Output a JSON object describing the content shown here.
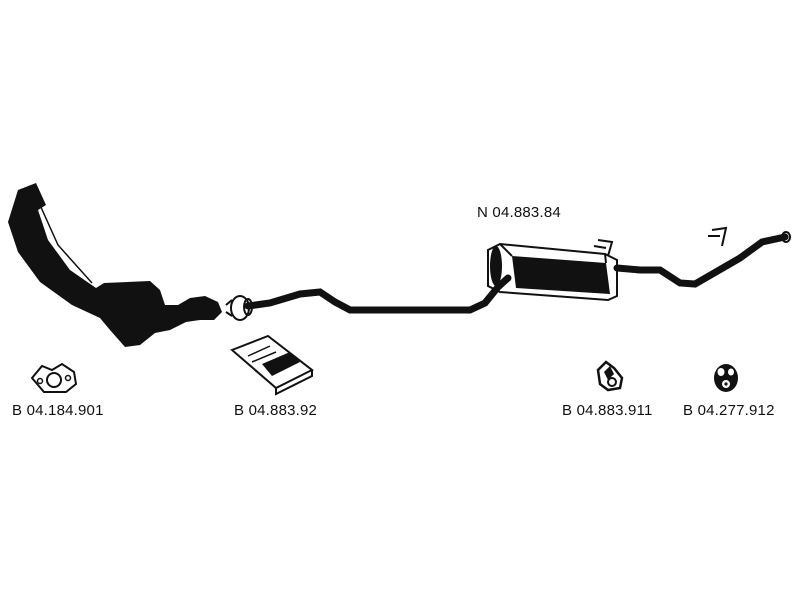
{
  "diagram": {
    "main_part_label": "N 04.883.84",
    "parts": [
      {
        "id": "flange-gasket",
        "label": "B 04.184.901"
      },
      {
        "id": "mounting-bracket",
        "label": "B 04.883.92"
      },
      {
        "id": "rubber-hanger",
        "label": "B 04.883.911"
      },
      {
        "id": "rubber-ring-hanger",
        "label": "B 04.277.912"
      }
    ],
    "colors": {
      "ink": "#111111",
      "background": "#ffffff"
    }
  }
}
